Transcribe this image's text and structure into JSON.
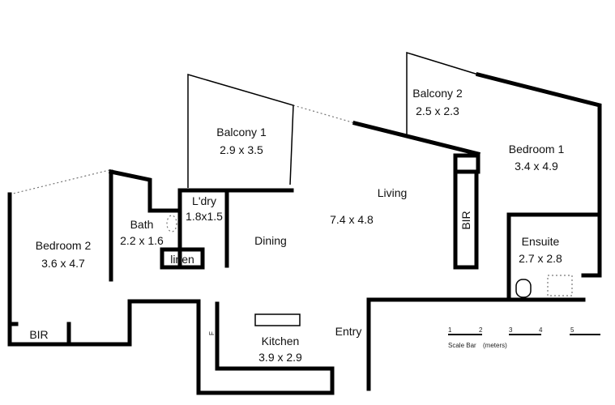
{
  "rooms": {
    "bedroom2": {
      "name": "Bedroom 2",
      "dims": "3.6 x 4.7"
    },
    "bath": {
      "name": "Bath",
      "dims": "2.2 x 1.6"
    },
    "laundry": {
      "name": "L'dry",
      "dims": "1.8x1.5"
    },
    "linen": {
      "name": "linen"
    },
    "balcony1": {
      "name": "Balcony 1",
      "dims": "2.9 x 3.5"
    },
    "dining": {
      "name": "Dining"
    },
    "living": {
      "name": "Living",
      "dims": "7.4 x 4.8"
    },
    "balcony2": {
      "name": "Balcony 2",
      "dims": "2.5 x 2.3"
    },
    "bedroom1": {
      "name": "Bedroom 1",
      "dims": "3.4 x 4.9"
    },
    "bir1": {
      "name": "BIR"
    },
    "bir2": {
      "name": "BIR"
    },
    "ensuite": {
      "name": "Ensuite",
      "dims": "2.7 x 2.8"
    },
    "kitchen": {
      "name": "Kitchen",
      "dims": "3.9 x 2.9"
    },
    "entry": {
      "name": "Entry"
    },
    "fridge": {
      "name": "F"
    }
  },
  "scale_bar": {
    "ticks": [
      "1",
      "2",
      "3",
      "4",
      "5"
    ],
    "label": "Scale Bar",
    "unit": "(meters)"
  }
}
